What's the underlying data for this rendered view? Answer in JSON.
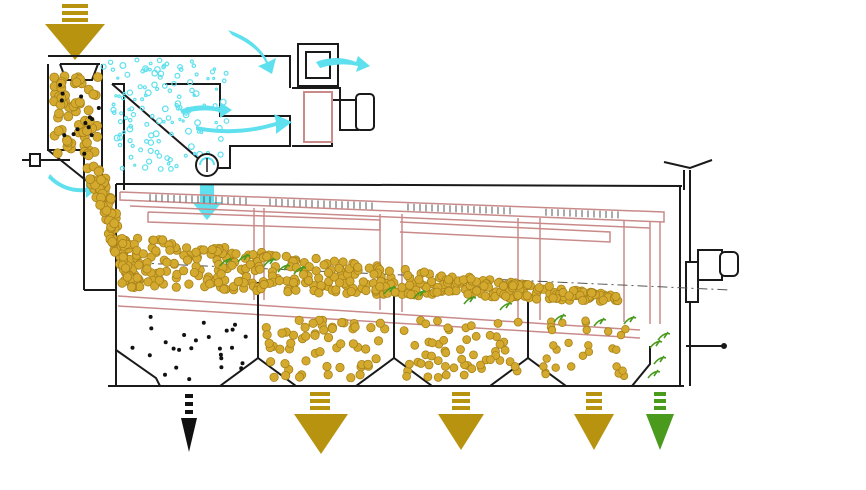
{
  "diagram": {
    "kind": "grain-cleaning-separator-schematic",
    "labels": []
  },
  "colors": {
    "grain": "#d4aa2e",
    "grain_dark": "#a8821a",
    "arrow_grain": "#b8930f",
    "air": "#5fe0ee",
    "screen_frame": "#c98a8a",
    "outline": "#1a1a1a",
    "green_output": "#4a9a1e",
    "dark_output": "#111111"
  },
  "flows": {
    "inlet": "grain-inlet",
    "air_in": "air-intake",
    "air_out": "air-exhaust",
    "outputs": [
      "heavy-impurities",
      "grain-fraction-1",
      "grain-fraction-2",
      "grain-fraction-3",
      "light-impurities"
    ]
  }
}
